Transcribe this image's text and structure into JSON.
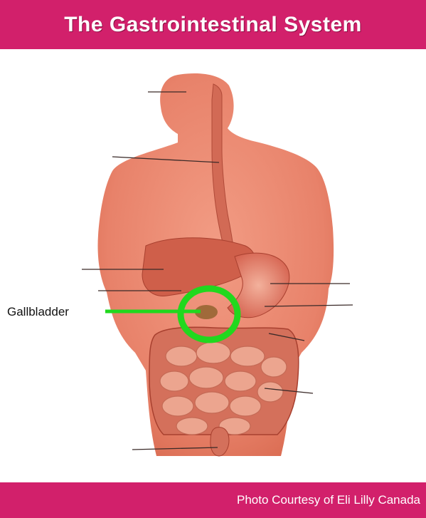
{
  "header": {
    "title": "The Gastrointestinal System"
  },
  "callout": {
    "label": "Gallbladder",
    "highlight_color": "#21d81e"
  },
  "footer": {
    "credit": "Photo Courtesy of Eli Lilly Canada"
  },
  "colors": {
    "banner": "#d2206b",
    "skin": "#e9826a",
    "organs": "#d45f4c"
  }
}
